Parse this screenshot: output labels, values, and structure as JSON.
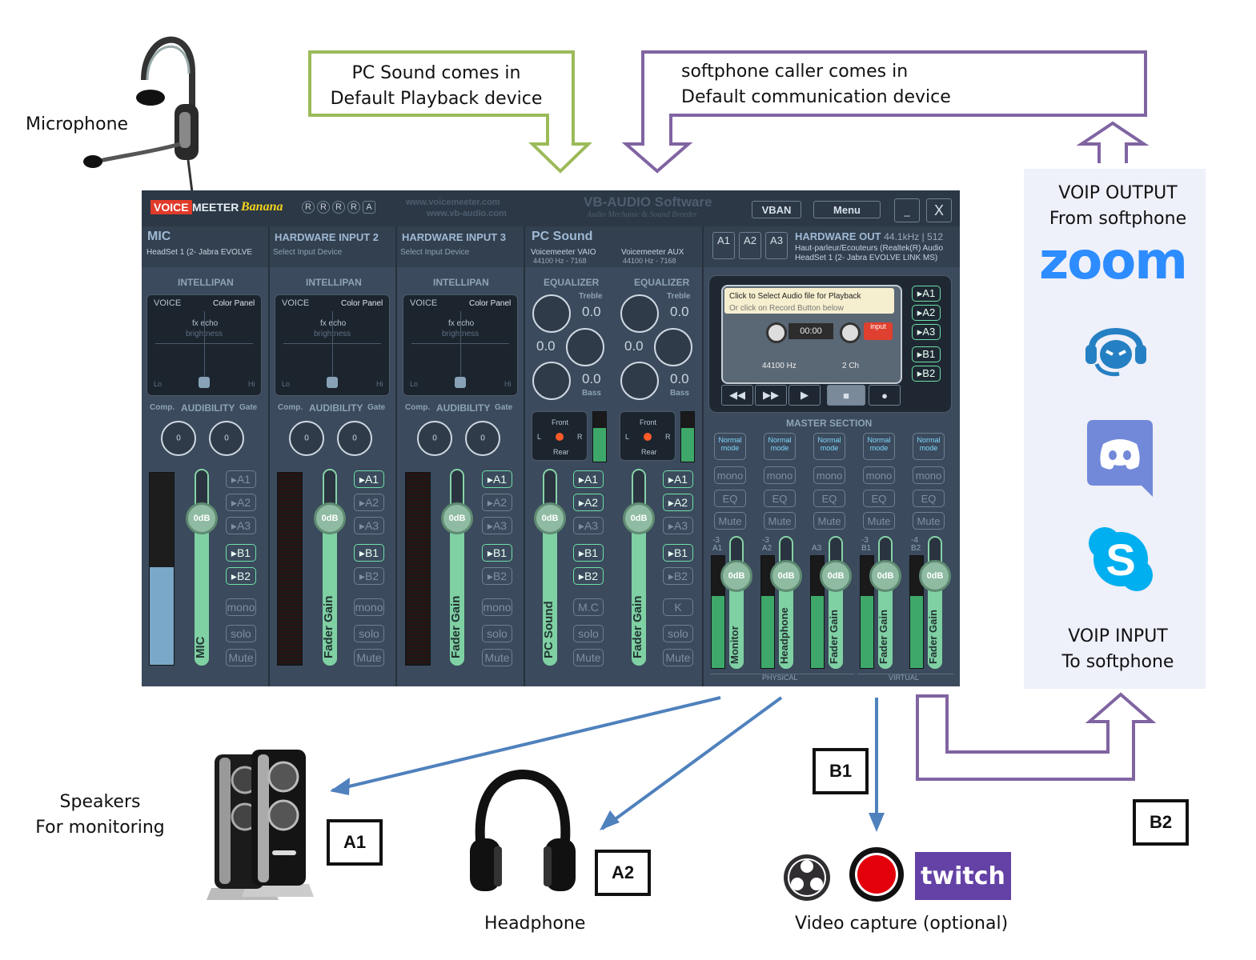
{
  "labels": {
    "microphone": "Microphone",
    "speakers_line1": "Speakers",
    "speakers_line2": "For monitoring",
    "headphone": "Headphone",
    "video_capture": "Video capture (optional)",
    "voip_output_line1": "VOIP  OUTPUT",
    "voip_output_line2": "From softphone",
    "voip_input_line1": "VOIP  INPUT",
    "voip_input_line2": "To softphone",
    "zoom": "zoom",
    "twitch": "twitch"
  },
  "callouts": {
    "pc_sound_line1": "PC Sound comes in",
    "pc_sound_line2": "Default Playback device",
    "softphone_line1": "softphone caller comes in",
    "softphone_line2": "Default communication device"
  },
  "bus_boxes": {
    "a1": "A1",
    "a2": "A2",
    "b1": "B1",
    "b2": "B2"
  },
  "colors": {
    "green_arrow": "#9bbb59",
    "purple_arrow": "#8064a2",
    "blue_arrow": "#4f81bd",
    "mixer_bg": "#3b4a5c",
    "accent_green": "#7fd0a3",
    "voip_panel": "#eef0fa"
  },
  "mixer": {
    "logo_voice": "VOICE",
    "logo_meeter": "MEETER",
    "logo_banana": "Banana",
    "logo_badges": [
      "R",
      "R",
      "R",
      "R",
      "A"
    ],
    "url1": "www.voicemeeter.com",
    "url2": "www.vb-audio.com",
    "brand": "VB-AUDIO Software",
    "brand_sub": "Audio Mechanic & Sound Breeder",
    "vban": "VBAN",
    "menu": "Menu",
    "minimize": "_",
    "close": "X",
    "inputs": [
      {
        "title": "MIC",
        "sub": "HeadSet 1 (2- Jabra EVOLVE",
        "fader": "MIC"
      },
      {
        "title": "HARDWARE INPUT",
        "num": "2",
        "sub": "Select Input Device",
        "fader": "Fader Gain"
      },
      {
        "title": "HARDWARE INPUT",
        "num": "3",
        "sub": "Select Input Device",
        "fader": "Fader Gain"
      }
    ],
    "virtual_title": "PC Sound",
    "virtual": [
      {
        "sub": "Voicemeeter VAIO",
        "rate": "44100 Hz - 7168",
        "fader": "PC Sound",
        "special": "M.C"
      },
      {
        "sub": "Voicemeeter AUX",
        "rate": "44100 Hz - 7168",
        "fader": "Fader Gain",
        "special": "K"
      }
    ],
    "hw_out_buttons": [
      "A1",
      "A2",
      "A3"
    ],
    "hw_out_title": "HARDWARE OUT",
    "hw_out_rate": "44.1kHz | 512",
    "hw_out_dev1": "Haut-parleur/Ecouteurs (Realtek(R) Audio",
    "hw_out_dev2": "HeadSet 1 (2- Jabra EVOLVE LINK MS)",
    "intellipan": "INTELLIPAN",
    "voice": "VOICE",
    "color_panel": "Color Panel",
    "fx_echo": "fx echo",
    "brightness": "brightness",
    "lo": "Lo",
    "hi": "Hi",
    "comp": "Comp.",
    "audibility": "AUDIBILITY",
    "gate": "Gate",
    "knob_zero": "0",
    "equalizer": "EQUALIZER",
    "treble": "Treble",
    "bass": "Bass",
    "eq_value": "0.0",
    "front": "Front",
    "rear": "Rear",
    "left": "L",
    "right": "R",
    "odb": "0dB",
    "bus_labels": [
      "A1",
      "A2",
      "A3",
      "B1",
      "B2"
    ],
    "mono": "mono",
    "solo": "solo",
    "mute": "Mute",
    "player_line1": "Click to Select Audio file for Playback",
    "player_line2": "Or click on Record Button below",
    "player_time": "00:00",
    "player_input": "input",
    "player_rate": "44100 Hz",
    "player_ch": "2 Ch",
    "player_routes": [
      "A1",
      "A2",
      "A3",
      "B1",
      "B2"
    ],
    "master_section": "MASTER SECTION",
    "normal_mode": "Normal mode",
    "eq": "EQ",
    "master_buses": [
      {
        "id": "A1",
        "db": "-3",
        "fader": "Monitor"
      },
      {
        "id": "A2",
        "db": "-3",
        "fader": "Headphone"
      },
      {
        "id": "A3",
        "db": "",
        "fader": "Fader Gain"
      },
      {
        "id": "B1",
        "db": "-3",
        "fader": "Fader Gain"
      },
      {
        "id": "B2",
        "db": "-4",
        "fader": "Fader Gain"
      }
    ],
    "physical": "PHYSICAL",
    "virtual_lbl": "VIRTUAL"
  }
}
